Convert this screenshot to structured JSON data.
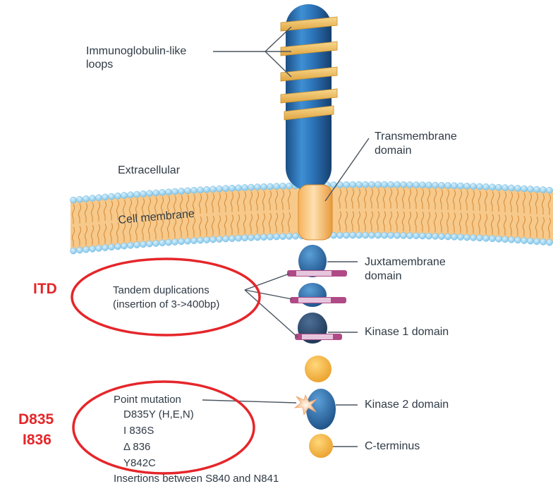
{
  "labels": {
    "ig_loops_line1": "Immunoglobulin-like",
    "ig_loops_line2": "loops",
    "transmembrane_line1": "Transmembrane",
    "transmembrane_line2": "domain",
    "extracellular": "Extracellular",
    "cell_membrane": "Cell membrane",
    "juxtamembrane_line1": "Juxtamembrane",
    "juxtamembrane_line2": "domain",
    "tandem_line1": "Tandem duplications",
    "tandem_line2": "(insertion of 3->400bp)",
    "kinase1": "Kinase 1 domain",
    "point_mutation": "Point mutation",
    "kinase2": "Kinase 2 domain",
    "c_terminus": "C-terminus",
    "insertions": "Insertions between S840 and N841"
  },
  "mutations": [
    "D835Y (H,E,N)",
    "I 836S",
    "Δ 836",
    "Y842C"
  ],
  "annotations": {
    "itd": "ITD",
    "d835": "D835",
    "i836": "I836"
  },
  "colors": {
    "receptor_blue": "#2a6fb0",
    "band_gold": "#f2c46a",
    "membrane_orange": "#f0a94a",
    "lipid_head": "#9fd3ee",
    "highlight_red": "#e5262a",
    "linker_magenta": "#b04a86"
  }
}
